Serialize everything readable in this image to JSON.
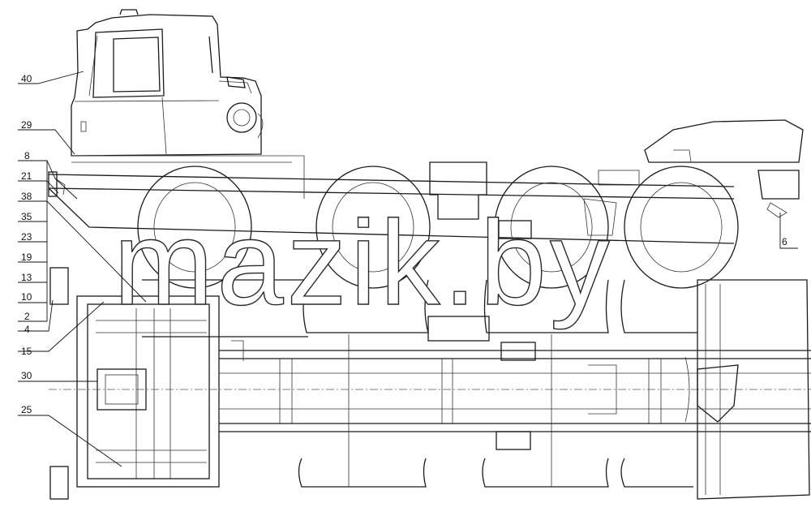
{
  "watermark": {
    "text": "mazik.by"
  },
  "callouts": [
    {
      "label": "40"
    },
    {
      "label": "29"
    },
    {
      "label": "8"
    },
    {
      "label": "21"
    },
    {
      "label": "38"
    },
    {
      "label": "35"
    },
    {
      "label": "23"
    },
    {
      "label": "19"
    },
    {
      "label": "13"
    },
    {
      "label": "10"
    },
    {
      "label": "2"
    },
    {
      "label": "4"
    },
    {
      "label": "15"
    },
    {
      "label": "30"
    },
    {
      "label": "25"
    },
    {
      "label": "6"
    }
  ]
}
